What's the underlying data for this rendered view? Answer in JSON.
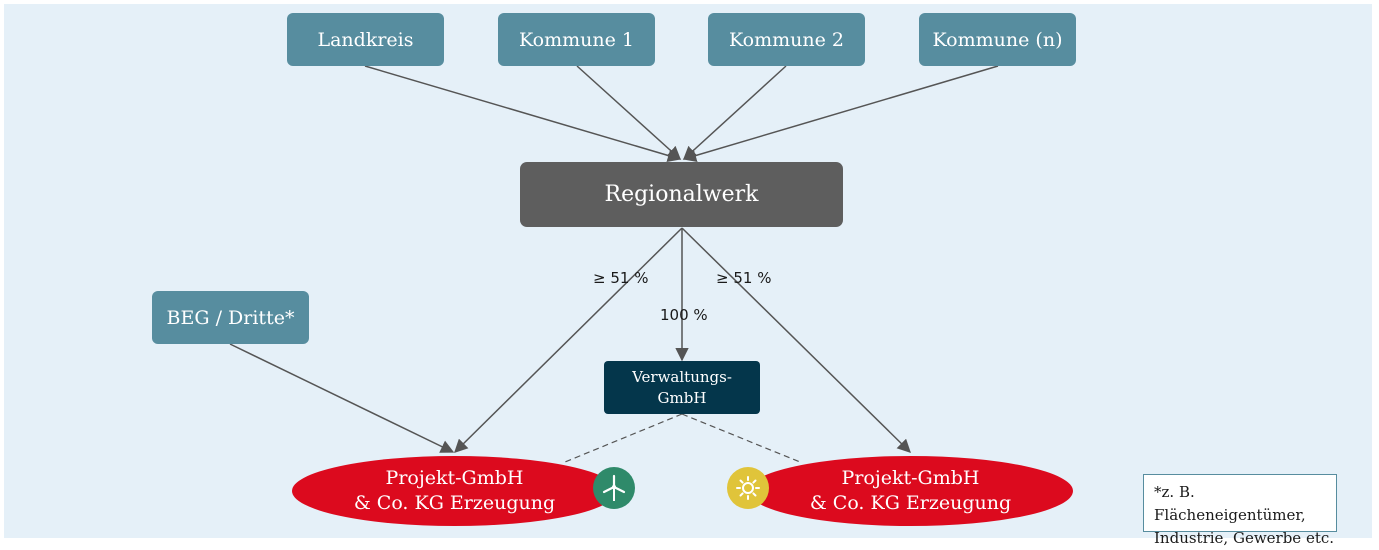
{
  "top_nodes": [
    "Landkreis",
    "Kommune 1",
    "Kommune 2",
    "Kommune (n)"
  ],
  "regionalwerk": "Regionalwerk",
  "third_party": "BEG / Dritte*",
  "verwaltung": {
    "line1": "Verwaltungs-",
    "line2": "GmbH"
  },
  "shares": {
    "left": "≥ 51 %",
    "center": "100 %",
    "right": "≥ 51 %"
  },
  "project_left": {
    "line1": "Projekt-GmbH",
    "line2": "& Co. KG Erzeugung",
    "icon": "wind-turbine-icon"
  },
  "project_right": {
    "line1": "Projekt-GmbH",
    "line2": "& Co. KG Erzeugung",
    "icon": "sun-icon"
  },
  "footnote": {
    "line1": "*z. B. Flächeneigentümer,",
    "line2": "Industrie, Gewerbe etc."
  },
  "colors": {
    "teal": "#578d9f",
    "dark_gray": "#5e5e5e",
    "navy": "#04364b",
    "red": "#dc0a1e",
    "wind_green": "#2f8a6a",
    "sun_yellow": "#e0c43a",
    "background": "#e5f0f8"
  }
}
